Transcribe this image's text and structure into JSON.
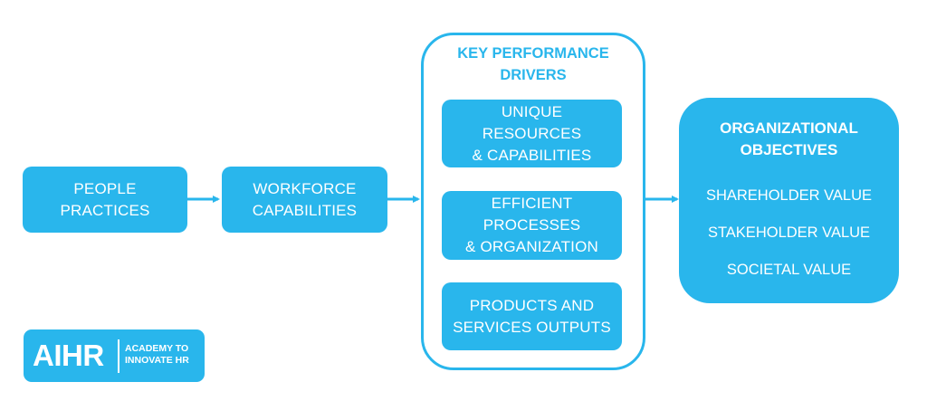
{
  "diagram": {
    "people_practices": [
      "PEOPLE",
      "PRACTICES"
    ],
    "workforce_capabilities": [
      "WORKFORCE",
      "CAPABILITIES"
    ],
    "key_drivers": {
      "title": [
        "KEY PERFORMANCE",
        "DRIVERS"
      ],
      "items": [
        [
          "UNIQUE",
          "RESOURCES",
          "& CAPABILITIES"
        ],
        [
          "EFFICIENT",
          "PROCESSES",
          "& ORGANIZATION"
        ],
        [
          "PRODUCTS AND",
          "SERVICES OUTPUTS"
        ]
      ]
    },
    "objectives": {
      "title": [
        "ORGANIZATIONAL",
        "OBJECTIVES"
      ],
      "values": [
        "SHAREHOLDER VALUE",
        "STAKEHOLDER VALUE",
        "SOCIETAL VALUE"
      ]
    }
  },
  "logo": {
    "main": "AIHR",
    "sub": [
      "ACADEMY TO",
      "INNOVATE HR"
    ]
  },
  "colors": {
    "accent": "#29b6ec",
    "background": "#ffffff"
  }
}
